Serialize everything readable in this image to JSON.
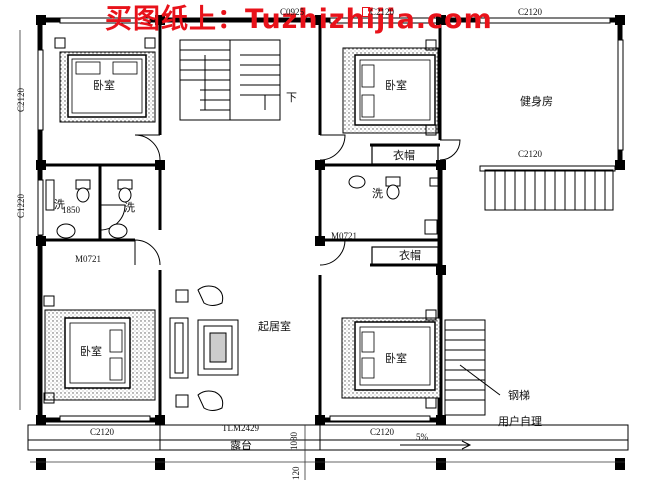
{
  "watermark": "买图纸上：Tuzhizhijia.com",
  "rooms": {
    "bedroom_nw": "卧室",
    "bedroom_ne": "卧室",
    "bedroom_sw": "卧室",
    "bedroom_se": "卧室",
    "gym": "健身房",
    "living": "起居室",
    "wash_1": "洗",
    "wash_2": "洗",
    "wash_3": "洗",
    "closet_1": "衣帽",
    "closet_2": "衣帽",
    "terrace": "露台",
    "stairs_down": "下",
    "steel_stair": "钢梯",
    "self_manage": "用户自理"
  },
  "dimensions": {
    "c0925": "C0925",
    "c2120_top_mid": "C2120",
    "c2120_top_right": "C2120",
    "c2120_left_top": "C2120",
    "c1220": "C1220",
    "d1850": "1850",
    "m0721_left": "M0721",
    "m0721_mid": "M0721",
    "c2120_gym": "C2120",
    "c2120_bottom_left": "C2120",
    "tlm2429": "TLM2429",
    "c2120_bottom_mid": "C2120",
    "d1080": "1080",
    "slope": "5%",
    "d120": "120"
  },
  "colors": {
    "wall": "#000000",
    "line": "#333333",
    "fill": "#dddddd",
    "watermark": "#e8121a"
  }
}
